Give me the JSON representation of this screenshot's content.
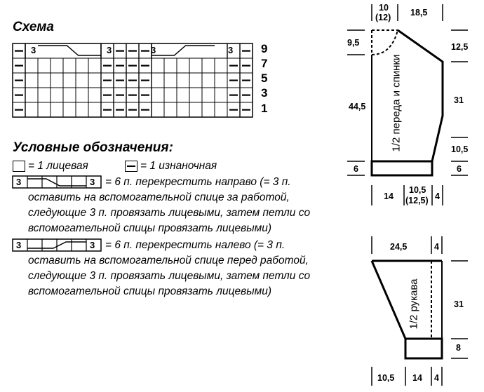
{
  "scheme": {
    "title": "Схема",
    "row_numbers": [
      "9",
      "7",
      "5",
      "3",
      "1"
    ],
    "cable_number": "3"
  },
  "legend": {
    "title": "Условные обозначения:",
    "knit": "= 1 лицевая",
    "purl": "= 1 изнаночная",
    "cable_right": [
      "= 6 п. перекрестить направо (= 3 п.",
      "оставить на вспомогательной спице за работой,",
      "следующие 3 п. провязать лицевыми, затем петли со",
      "вспомогательной спицы провязать лицевыми)"
    ],
    "cable_left": [
      "= 6 п. перекрестить налево (= 3 п.",
      "оставить на вспомогательной спице перед работой,",
      "следующие 3 п. провязать лицевыми, затем петли со",
      "вспомогательной спицы провязать лицевыми)"
    ]
  },
  "body_pattern": {
    "label": "1/2 переда и спинки",
    "measurements": {
      "neck_width": "10",
      "neck_width_alt": "(12)",
      "shoulder": "18,5",
      "neck_depth": "9,5",
      "shoulder_drop": "12,5",
      "total_height": "44,5",
      "armhole_side": "31",
      "side_lower": "10,5",
      "rib_left": "6",
      "rib_right": "6",
      "bottom_left": "14",
      "bottom_mid": "10,5",
      "bottom_mid_alt": "(12,5)",
      "bottom_right": "4"
    }
  },
  "sleeve_pattern": {
    "label": "1/2 рукава",
    "measurements": {
      "top_width": "24,5",
      "top_right": "4",
      "length": "31",
      "cuff": "8",
      "bottom_left": "10,5",
      "bottom_mid": "14",
      "bottom_right": "4"
    }
  }
}
